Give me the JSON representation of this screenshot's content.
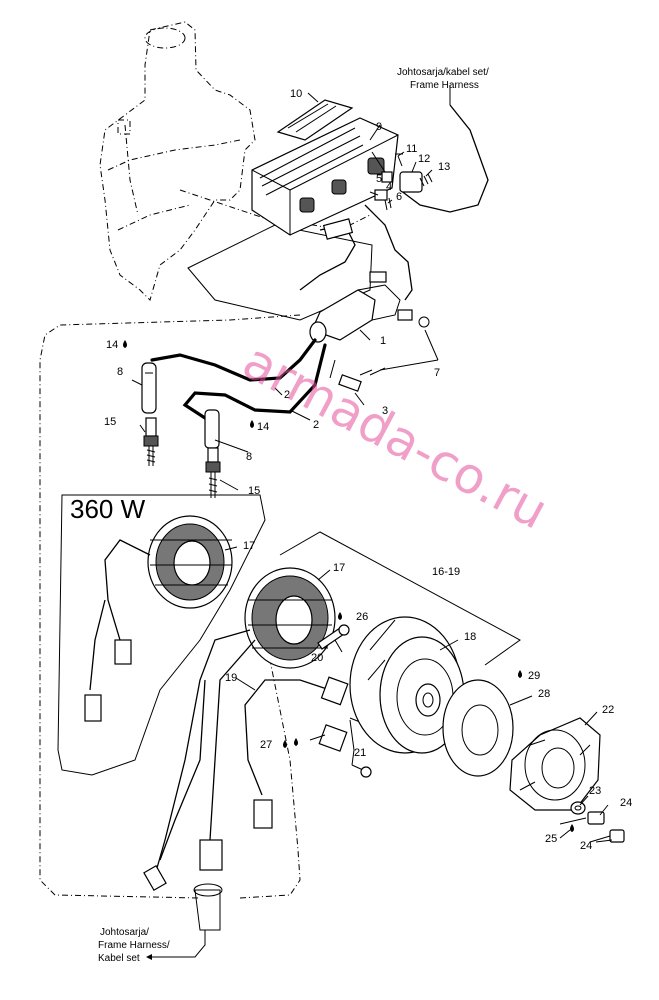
{
  "labels": {
    "harness_top": [
      "Johtosarja/kabel set/",
      "Frame Harness"
    ],
    "harness_bottom": [
      "Johtosarja/",
      "Frame Harness/",
      "Kabel set"
    ],
    "variant": "360 W"
  },
  "callouts": {
    "c1": "1",
    "c2a": "2",
    "c2b": "2",
    "c3": "3",
    "c4": "4",
    "c5": "5",
    "c6": "6",
    "c7": "7",
    "c8a": "8",
    "c8b": "8",
    "c9": "9",
    "c10": "10",
    "c11": "11",
    "c12": "12",
    "c13": "13",
    "c14a": "14",
    "c14b": "14",
    "c15a": "15",
    "c15b": "15",
    "c16_19": "16-19",
    "c17a": "17",
    "c17b": "17",
    "c18": "18",
    "c19": "19",
    "c20": "20",
    "c21": "21",
    "c22": "22",
    "c23": "23",
    "c24a": "24",
    "c24b": "24",
    "c25": "25",
    "c26": "26",
    "c27": "27",
    "c28": "28",
    "c29": "29"
  },
  "watermark": "armada-co.ru",
  "colors": {
    "watermark": "#e4529c",
    "ink": "#000000"
  }
}
